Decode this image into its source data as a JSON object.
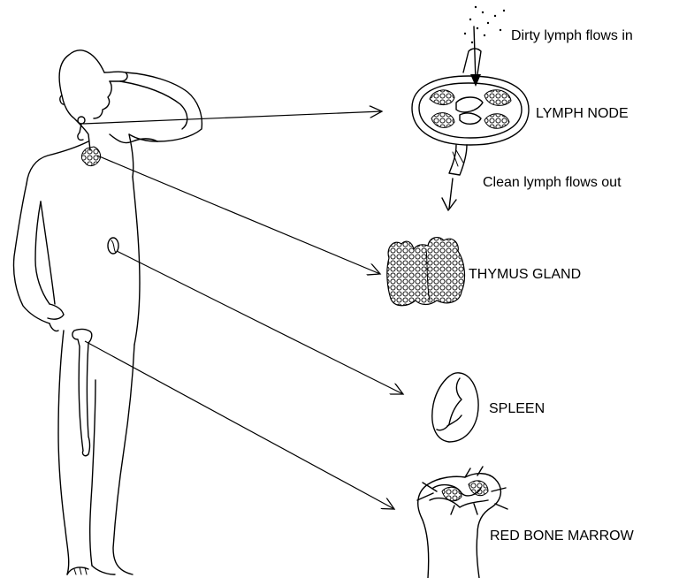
{
  "labels": {
    "dirty_lymph": "Dirty lymph flows in",
    "lymph_node": "LYMPH NODE",
    "clean_lymph": "Clean lymph flows out",
    "thymus": "THYMUS GLAND",
    "spleen": "SPLEEN",
    "marrow": "RED BONE MARROW"
  },
  "colors": {
    "ink": "#000000",
    "background": "#ffffff"
  }
}
